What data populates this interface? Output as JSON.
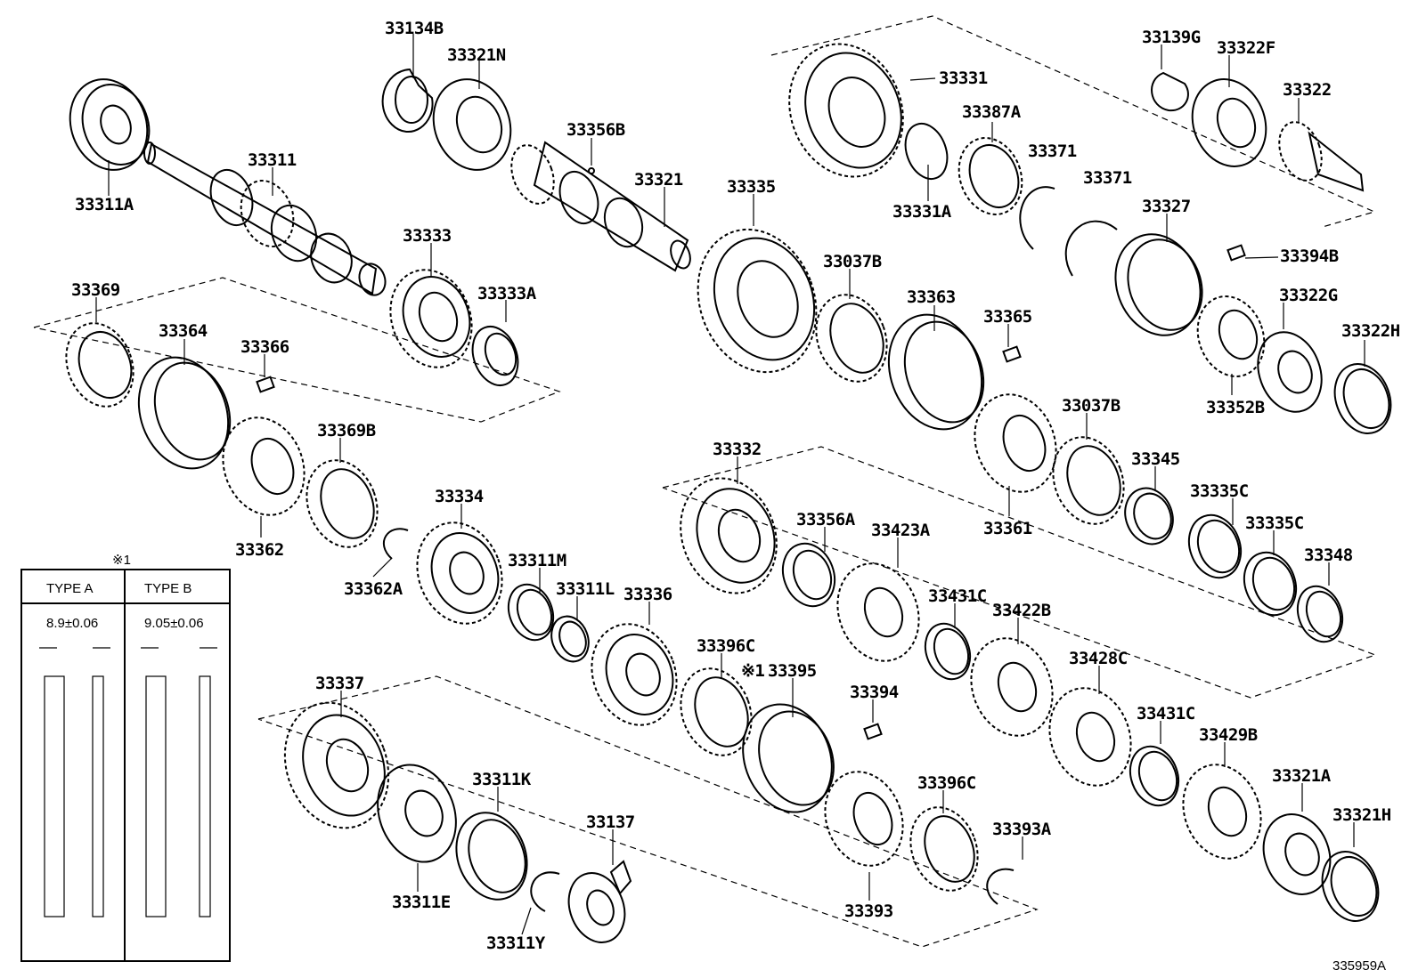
{
  "diagram_code": "335959A",
  "note_mark": "※1",
  "parts": [
    {
      "label": "33134B"
    },
    {
      "label": "33321N"
    },
    {
      "label": "33311"
    },
    {
      "label": "33311A"
    },
    {
      "label": "33356B"
    },
    {
      "label": "33321"
    },
    {
      "label": "33333"
    },
    {
      "label": "33333A"
    },
    {
      "label": "33331"
    },
    {
      "label": "33387A"
    },
    {
      "label": "33331A"
    },
    {
      "label": "33371"
    },
    {
      "label": "33371"
    },
    {
      "label": "33335"
    },
    {
      "label": "33139G"
    },
    {
      "label": "33322F"
    },
    {
      "label": "33322"
    },
    {
      "label": "33327"
    },
    {
      "label": "33394B"
    },
    {
      "label": "33037B"
    },
    {
      "label": "33363"
    },
    {
      "label": "33365"
    },
    {
      "label": "33322G"
    },
    {
      "label": "33322H"
    },
    {
      "label": "33352B"
    },
    {
      "label": "33369"
    },
    {
      "label": "33364"
    },
    {
      "label": "33366"
    },
    {
      "label": "33369B"
    },
    {
      "label": "33362"
    },
    {
      "label": "33362A"
    },
    {
      "label": "33334"
    },
    {
      "label": "33311M"
    },
    {
      "label": "33311L"
    },
    {
      "label": "33336"
    },
    {
      "label": "33332"
    },
    {
      "label": "33356A"
    },
    {
      "label": "33423A"
    },
    {
      "label": "33037B"
    },
    {
      "label": "33361"
    },
    {
      "label": "33345"
    },
    {
      "label": "33335C"
    },
    {
      "label": "33335C"
    },
    {
      "label": "33348"
    },
    {
      "label": "33431C"
    },
    {
      "label": "33422B"
    },
    {
      "label": "33396C"
    },
    {
      "label": "33395"
    },
    {
      "label": "33394"
    },
    {
      "label": "33428C"
    },
    {
      "label": "33431C"
    },
    {
      "label": "33429B"
    },
    {
      "label": "33321A"
    },
    {
      "label": "33321H"
    },
    {
      "label": "33337"
    },
    {
      "label": "33311K"
    },
    {
      "label": "33311E"
    },
    {
      "label": "33311Y"
    },
    {
      "label": "33137"
    },
    {
      "label": "33396C"
    },
    {
      "label": "33393A"
    },
    {
      "label": "33393"
    }
  ],
  "inset": {
    "mark": "※1",
    "type_a": {
      "title": "TYPE A",
      "dimension": "8.9±0.06"
    },
    "type_b": {
      "title": "TYPE B",
      "dimension": "9.05±0.06"
    }
  }
}
